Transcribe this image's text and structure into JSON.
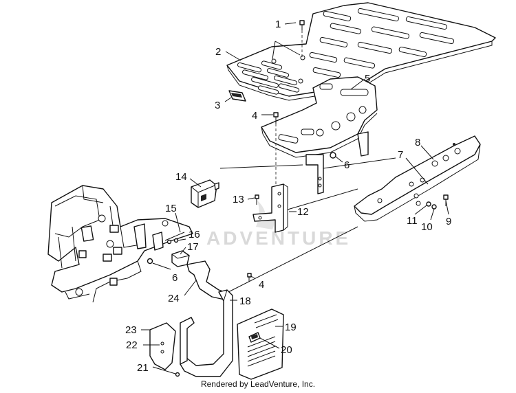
{
  "watermark": "ADVENTURE",
  "footer": "Rendered by LeadVenture, Inc.",
  "callouts": [
    {
      "id": "c1",
      "text": "1"
    },
    {
      "id": "c2",
      "text": "2"
    },
    {
      "id": "c3",
      "text": "3"
    },
    {
      "id": "c4a",
      "text": "4"
    },
    {
      "id": "c5",
      "text": "5"
    },
    {
      "id": "c6a",
      "text": "6"
    },
    {
      "id": "c7",
      "text": "7"
    },
    {
      "id": "c8",
      "text": "8"
    },
    {
      "id": "c9",
      "text": "9"
    },
    {
      "id": "c10",
      "text": "10"
    },
    {
      "id": "c11",
      "text": "11"
    },
    {
      "id": "c12",
      "text": "12"
    },
    {
      "id": "c13",
      "text": "13"
    },
    {
      "id": "c14",
      "text": "14"
    },
    {
      "id": "c15",
      "text": "15"
    },
    {
      "id": "c16",
      "text": "16"
    },
    {
      "id": "c17",
      "text": "17"
    },
    {
      "id": "c6b",
      "text": "6"
    },
    {
      "id": "c4b",
      "text": "4"
    },
    {
      "id": "c24",
      "text": "24"
    },
    {
      "id": "c18",
      "text": "18"
    },
    {
      "id": "c19",
      "text": "19"
    },
    {
      "id": "c20",
      "text": "20"
    },
    {
      "id": "c23",
      "text": "23"
    },
    {
      "id": "c22",
      "text": "22"
    },
    {
      "id": "c21",
      "text": "21"
    }
  ]
}
